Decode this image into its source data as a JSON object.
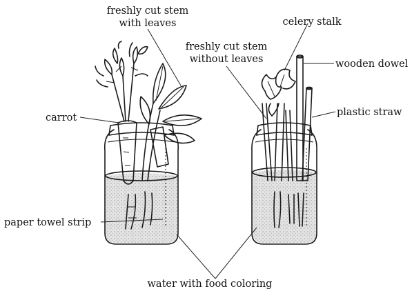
{
  "labels": {
    "stem_leaves_1": "freshly cut stem",
    "stem_leaves_2": "with leaves",
    "celery": "celery stalk",
    "stem_noleaves_1": "freshly cut stem",
    "stem_noleaves_2": "without leaves",
    "dowel": "wooden dowel",
    "carrot": "carrot",
    "straw": "plastic straw",
    "paper_towel": "paper towel strip",
    "water": "water with food coloring"
  },
  "colors": {
    "ink": "#1a1a1a",
    "water_tint": "#cfcfcf"
  }
}
